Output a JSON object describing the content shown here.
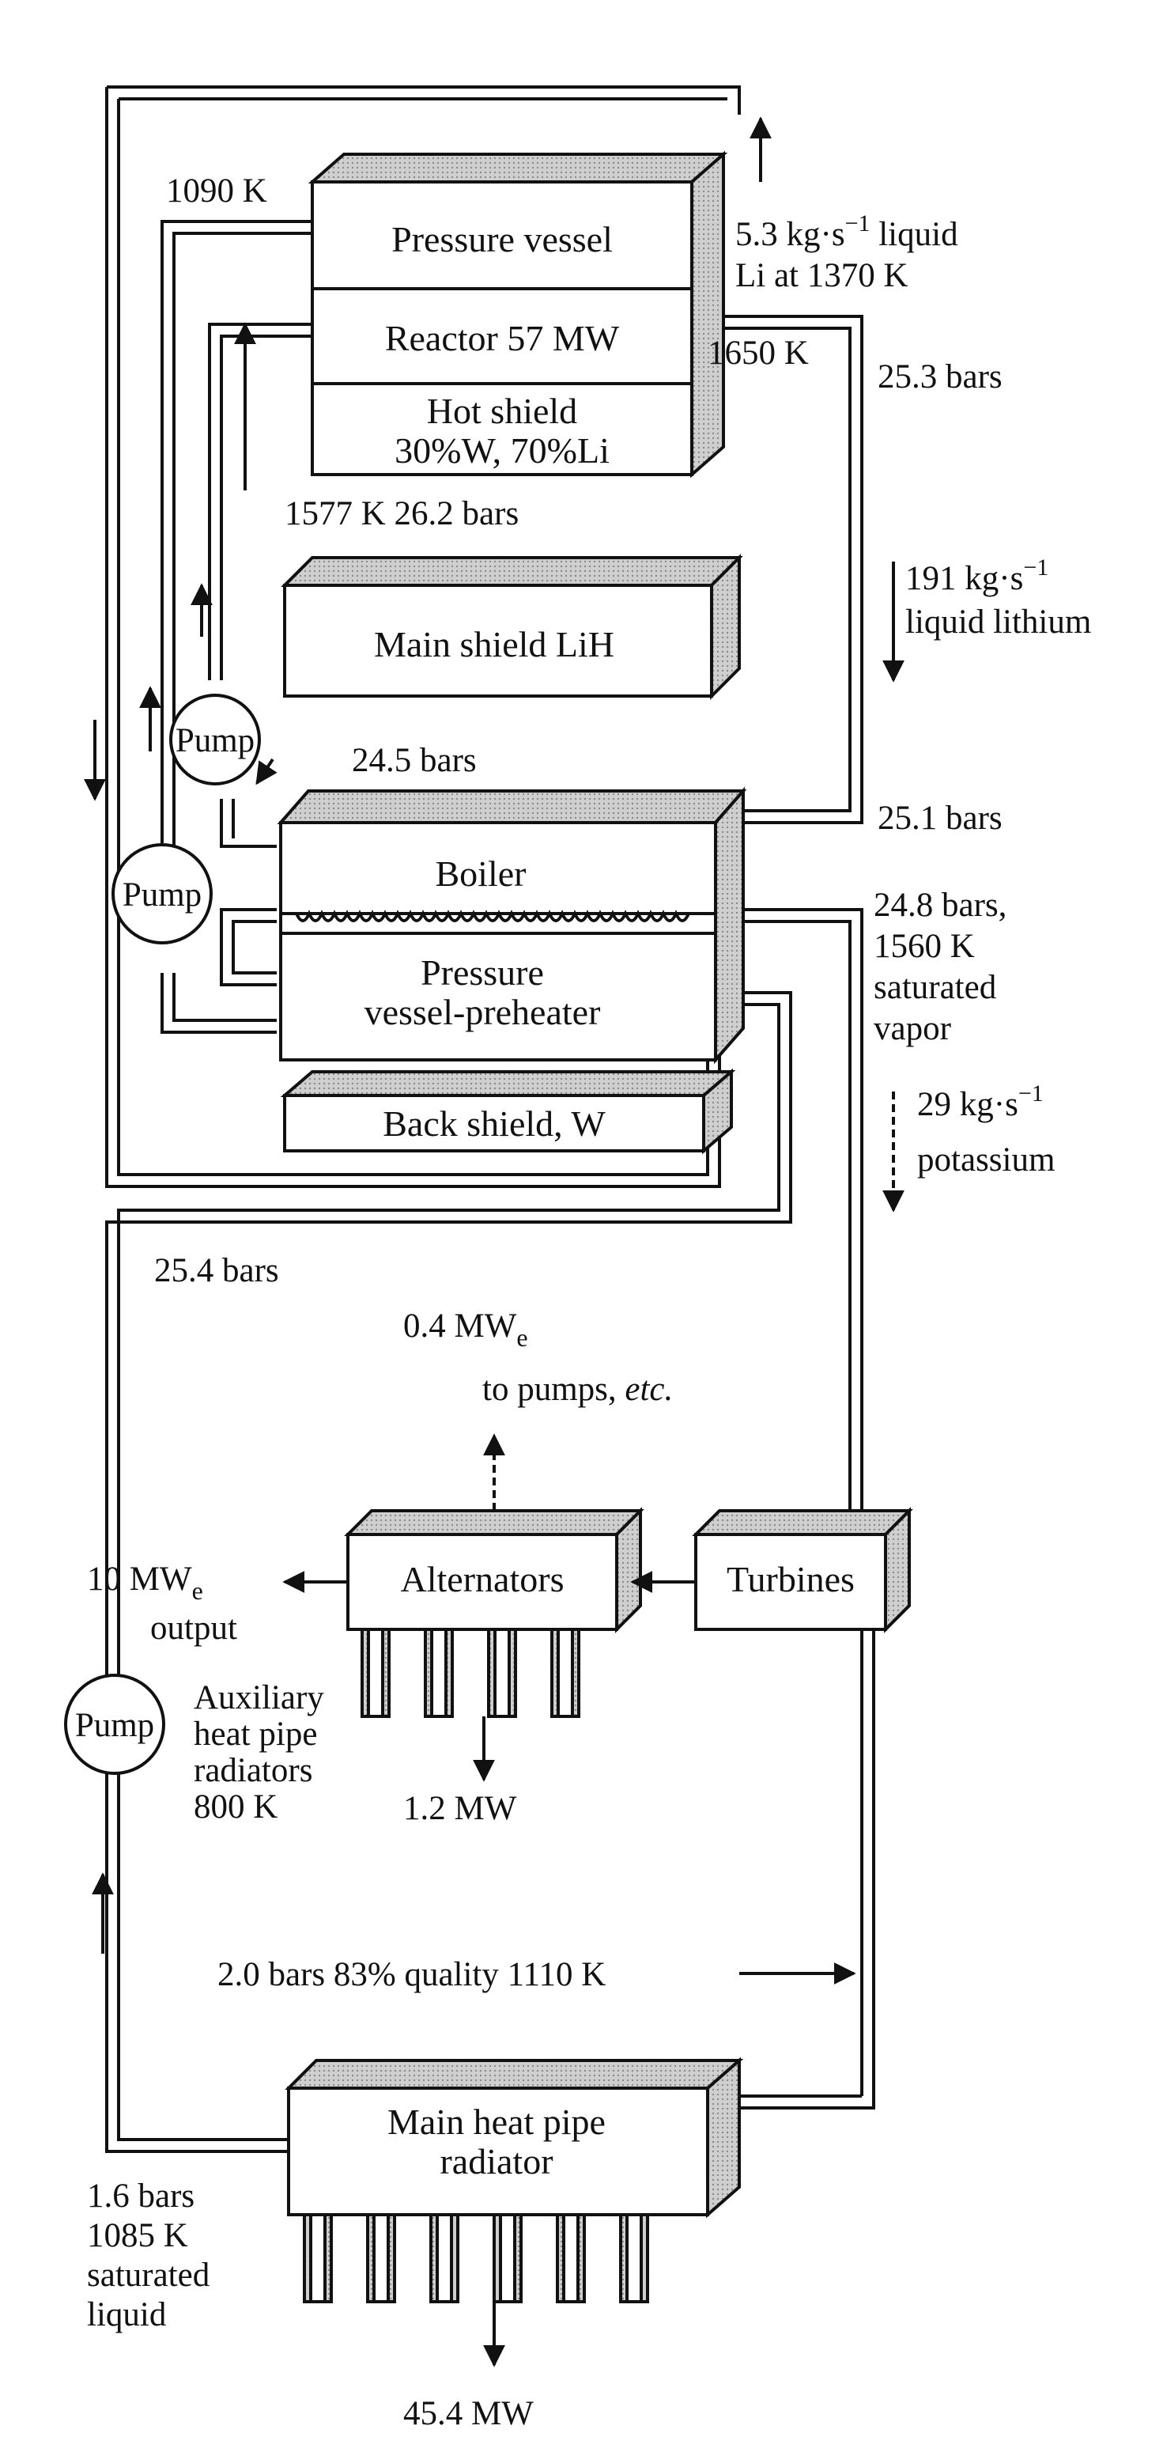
{
  "components": {
    "pressure_vessel": "Pressure vessel",
    "reactor": "Reactor 57 MW",
    "hot_shield_line1": "Hot shield",
    "hot_shield_line2": "30%W, 70%Li",
    "main_shield": "Main shield LiH",
    "boiler": "Boiler",
    "preheater_line1": "Pressure",
    "preheater_line2": "vessel-preheater",
    "back_shield": "Back shield, W",
    "alternators": "Alternators",
    "turbines": "Turbines",
    "main_radiator_line1": "Main heat pipe",
    "main_radiator_line2": "radiator",
    "pump_1": "Pump",
    "pump_2": "Pump",
    "pump_3": "Pump"
  },
  "labels": {
    "t_1090": "1090 K",
    "li_out_1": "5.3 kg·s",
    "li_out_exp": "−1",
    "li_out_2": " liquid",
    "li_out_3": "Li at 1370 K",
    "t_1650": "1650 K",
    "p_25_3": "25.3 bars",
    "return_1577": "1577 K 26.2 bars",
    "li_flow_1": "191 kg·s",
    "li_flow_exp": "−1",
    "li_flow_2": "liquid lithium",
    "p_24_5": "24.5 bars",
    "p_25_1": "25.1 bars",
    "vapor_1": "24.8 bars,",
    "vapor_2": "1560 K",
    "vapor_3": "saturated",
    "vapor_4": "vapor",
    "k_flow_1": "29 kg·s",
    "k_flow_exp": "−1",
    "k_flow_2": "potassium",
    "p_25_4": "25.4 bars",
    "aux_power": "0.4 MW",
    "aux_power_sub": "e",
    "aux_power_2": "to pumps, ",
    "aux_power_2_em": "etc.",
    "output_1": "10 MW",
    "output_sub": "e",
    "output_2": "output",
    "aux_rad_1": "Auxiliary",
    "aux_rad_2": "heat pipe",
    "aux_rad_3": "radiators",
    "aux_rad_4": "800 K",
    "aux_rad_power": "1.2 MW",
    "exhaust": "2.0 bars 83% quality 1110 K",
    "liquid_1": "1.6 bars",
    "liquid_2": "1085 K",
    "liquid_3": "saturated",
    "liquid_4": "liquid",
    "main_rad_power": "45.4 MW"
  },
  "colors": {
    "line": "#111111",
    "box_fill": "#ffffff",
    "shade": "#d8d8d8"
  }
}
